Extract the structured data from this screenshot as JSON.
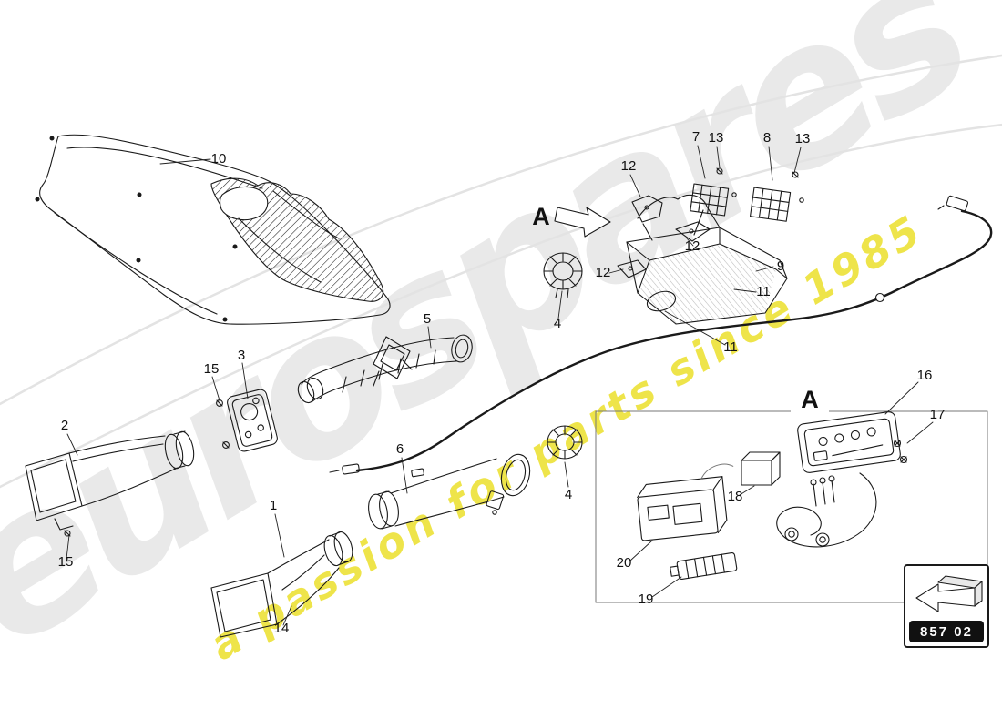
{
  "watermark": {
    "brand": "eurospares",
    "tagline": "a passion for parts since 1985"
  },
  "markers": {
    "assembly_arrow": "A",
    "detail_view": "A"
  },
  "part_code": "857 02",
  "labels": {
    "n1": "1",
    "n2": "2",
    "n3": "3",
    "n4": "4",
    "n5": "5",
    "n6": "6",
    "n7": "7",
    "n8": "8",
    "n9": "9",
    "n10": "10",
    "n11": "11",
    "n12": "12",
    "n13": "13",
    "n14": "14",
    "n15": "15",
    "n16": "16",
    "n17": "17",
    "n18": "18",
    "n19": "19",
    "n20": "20"
  }
}
